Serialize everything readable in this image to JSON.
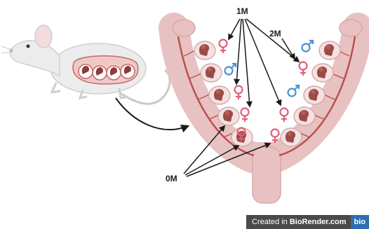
{
  "labels": {
    "one_month": "1M",
    "two_month": "2M",
    "zero_month": "0M"
  },
  "credit": {
    "prefix": "Created in",
    "brand": "BioRender.com",
    "badge": "bio"
  },
  "colors": {
    "uterus_wall": "#e8c2c2",
    "vessel": "#b8524f",
    "female_symbol": "#e0607a",
    "male_symbol": "#4a90d9",
    "embryo": "#9c4a48",
    "mouse_body": "#ececec"
  }
}
